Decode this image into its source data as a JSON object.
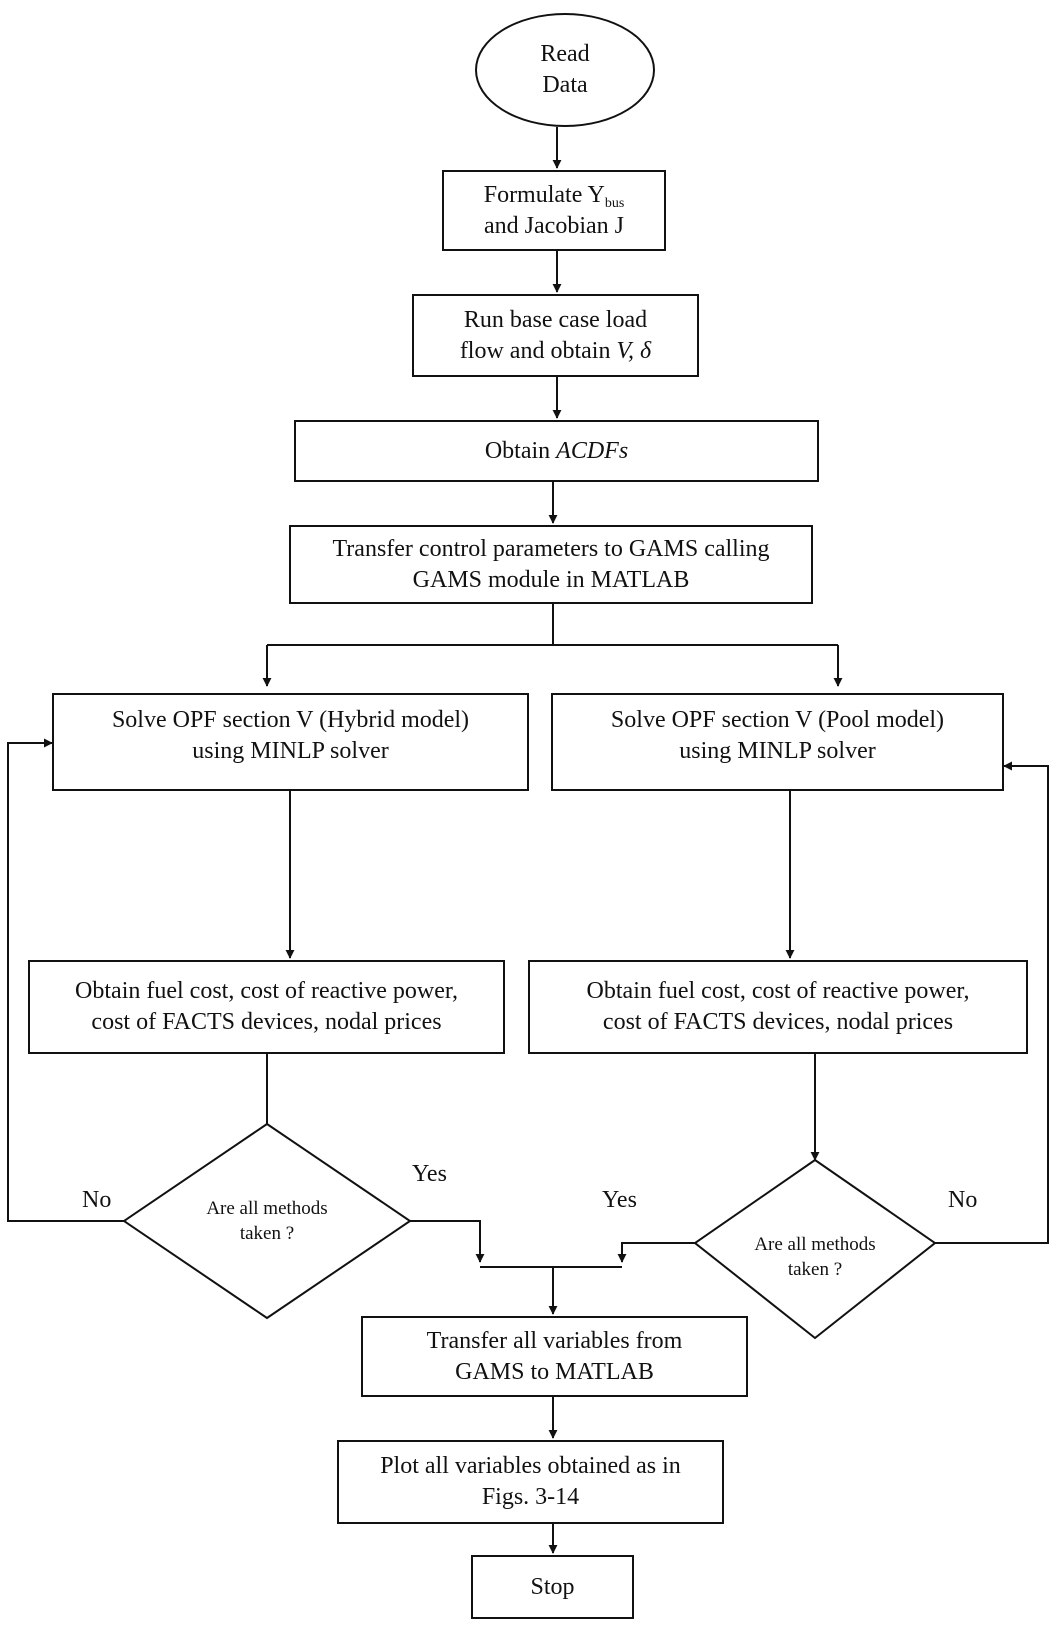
{
  "flowchart": {
    "read_data": {
      "line1": "Read",
      "line2": "Data"
    },
    "formulate": {
      "line1_prefix": "Formulate Y",
      "line1_sub": "bus",
      "line2": "and Jacobian J"
    },
    "base_case": {
      "line1": "Run base case load",
      "line2_prefix": "flow and obtain ",
      "line2_vars": "V, δ"
    },
    "acdf": {
      "prefix": "Obtain ",
      "italic": "ACDFs"
    },
    "transfer_gams": {
      "line1": "Transfer control parameters to GAMS calling",
      "line2": "GAMS module in MATLAB"
    },
    "solve_hybrid": {
      "line1": "Solve OPF section V (Hybrid model)",
      "line2": "using MINLP solver"
    },
    "solve_pool": {
      "line1": "Solve OPF section V (Pool model)",
      "line2": "using MINLP solver"
    },
    "obtain_left": {
      "line1": "Obtain fuel cost, cost of reactive power,",
      "line2": "cost of FACTS devices, nodal prices"
    },
    "obtain_right": {
      "line1": "Obtain fuel cost, cost of reactive power,",
      "line2": "cost of FACTS devices, nodal prices"
    },
    "decision_left": {
      "line1": "Are all methods",
      "line2": "taken ?"
    },
    "decision_right": {
      "line1": "Are all methods",
      "line2": "taken ?"
    },
    "labels": {
      "left_no": "No",
      "left_yes": "Yes",
      "right_yes": "Yes",
      "right_no": "No"
    },
    "transfer_matlab": {
      "line1": "Transfer all variables from",
      "line2": "GAMS to MATLAB"
    },
    "plot": {
      "line1": "Plot all variables obtained as in",
      "line2": "Figs. 3-14"
    },
    "stop": {
      "label": "Stop"
    }
  }
}
